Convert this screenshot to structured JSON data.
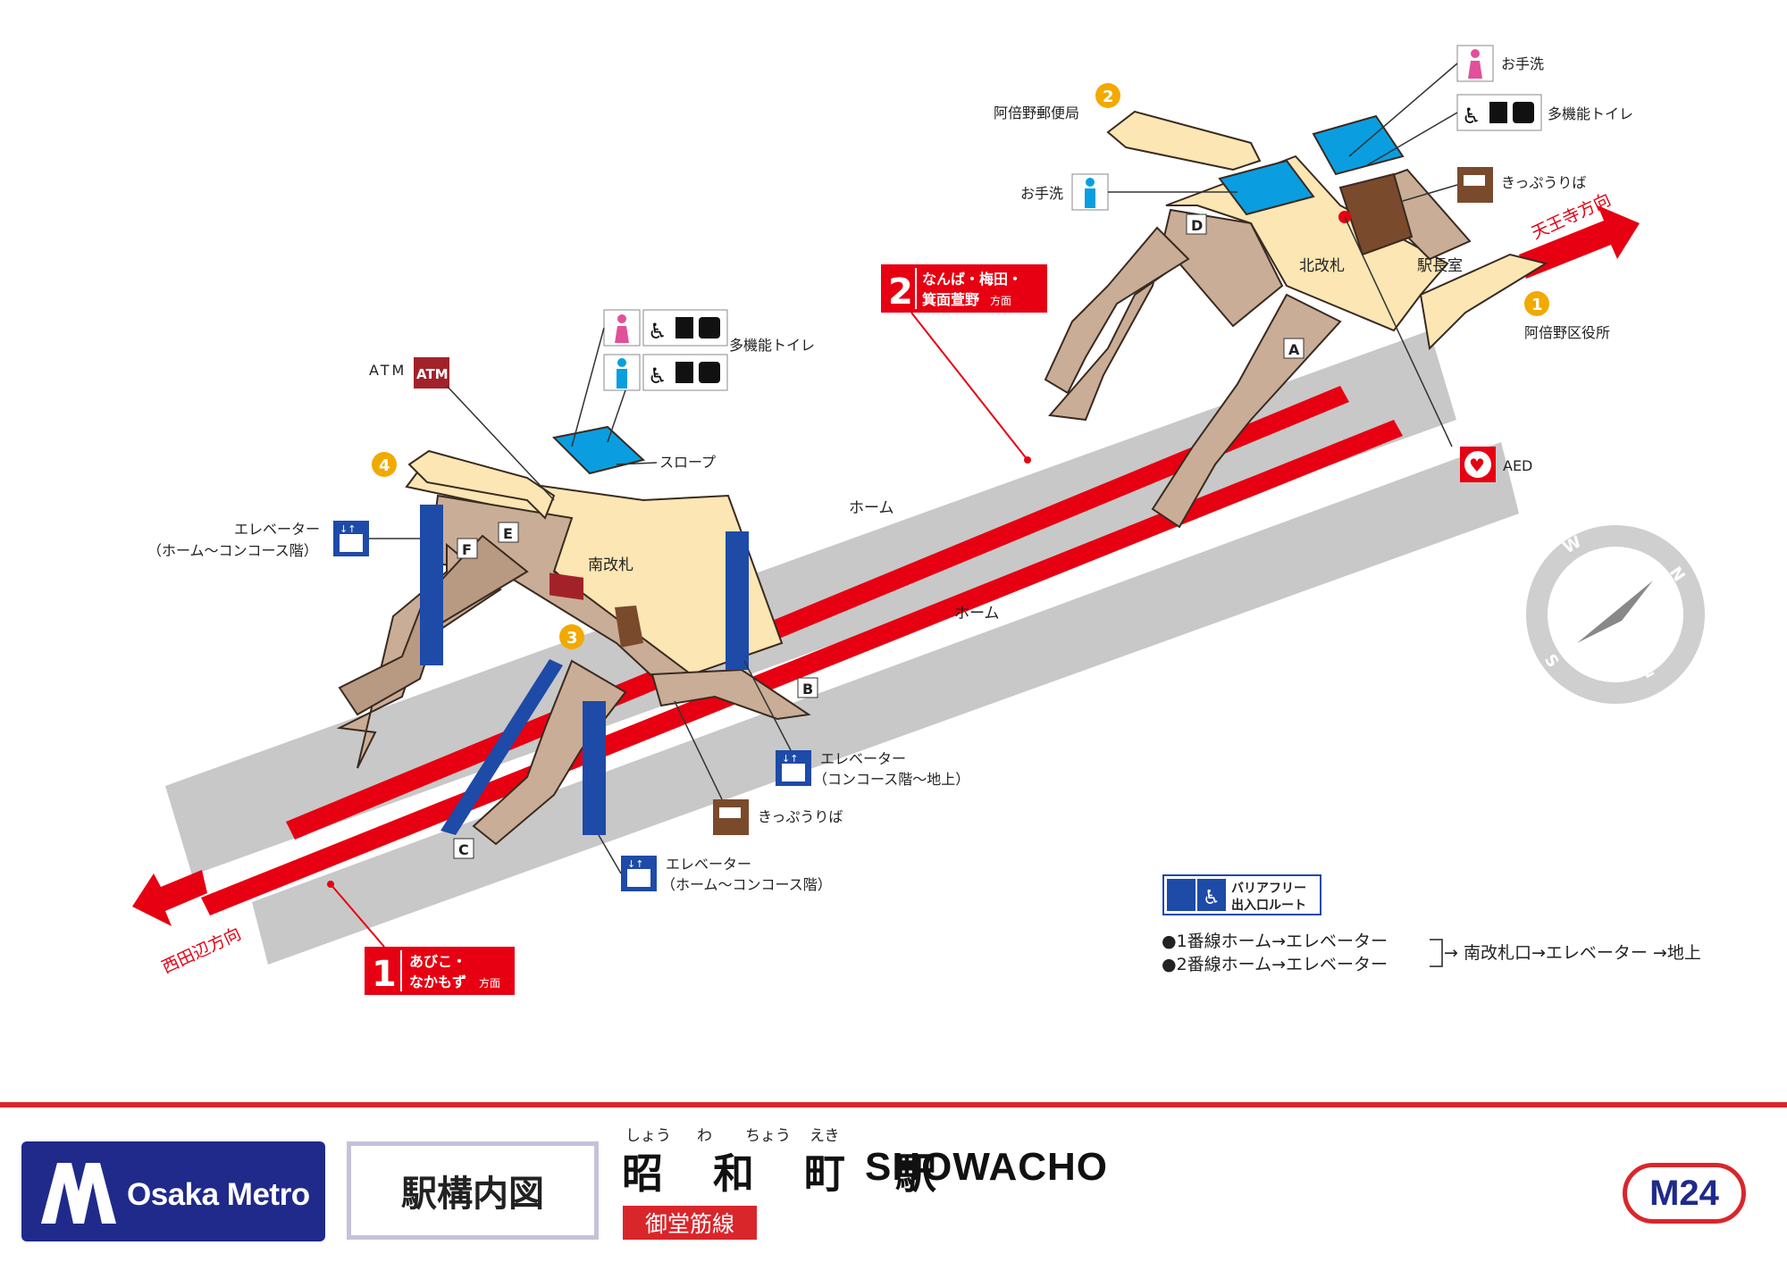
{
  "station": {
    "name": "昭 和 町 駅",
    "name_roman": "SHOWACHO",
    "ruby": [
      "しょう",
      "わ",
      "ちょう",
      "えき"
    ],
    "line": "御堂筋線",
    "code": "M24",
    "map_title": "駅構内図",
    "operator": "Osaka Metro"
  },
  "colors": {
    "rail": "#e60012",
    "platform": "#c8c8c8",
    "concourse": "#fbe6b4",
    "stairs": "#c9ad96",
    "elevator": "#1e4aa8",
    "toilet": "#0a9ee0",
    "ticket": "#7a4a2c",
    "brand": "#1f2a8a"
  },
  "platform_labels": {
    "upper": "ホーム",
    "lower": "ホーム"
  },
  "wickets": {
    "south": "南改札",
    "north": "北改札",
    "office": "駅長室"
  },
  "directions": {
    "northbound": "天王寺方向",
    "southbound": "西田辺方向"
  },
  "tracks": {
    "track1": {
      "number": "1",
      "line1": "あびこ・",
      "line2": "なかもず",
      "suffix": "方面"
    },
    "track2": {
      "number": "2",
      "line1": "なんば・梅田・",
      "line2": "箕面萱野",
      "suffix": "方面"
    }
  },
  "exits": [
    "A",
    "B",
    "C",
    "D",
    "E",
    "F"
  ],
  "nearby": {
    "n1": {
      "num": "1",
      "label": "阿倍野区役所"
    },
    "n2": {
      "num": "2",
      "label": "阿倍野郵便局"
    },
    "n3": {
      "num": "3"
    },
    "n4": {
      "num": "4"
    }
  },
  "facilities": {
    "handwash_n": "お手洗",
    "handwash_n2": "お手洗",
    "multi_toilet_n": "多機能トイレ",
    "ticket_n": "きっぷうりば",
    "aed": "AED",
    "multi_toilet_s": "多機能トイレ",
    "atm": "ATM",
    "atm_icon": "ATM",
    "slope": "スロープ",
    "elev_w1": "エレベーター",
    "elev_w2": "（ホーム〜コンコース階）",
    "elev_b1": "エレベーター",
    "elev_b2": "（コンコース階〜地上）",
    "ticket_s": "きっぷうりば",
    "elev_c1": "エレベーター",
    "elev_c2": "（ホーム〜コンコース階）"
  },
  "compass": [
    "W",
    "N",
    "E",
    "S"
  ],
  "barrier_free": {
    "title1": "バリアフリー",
    "title2": "出入口ルート",
    "route1": "●1番線ホーム→エレベーター",
    "route2": "●2番線ホーム→エレベーター",
    "route_common": "→ 南改札口→エレベーター →地上"
  }
}
